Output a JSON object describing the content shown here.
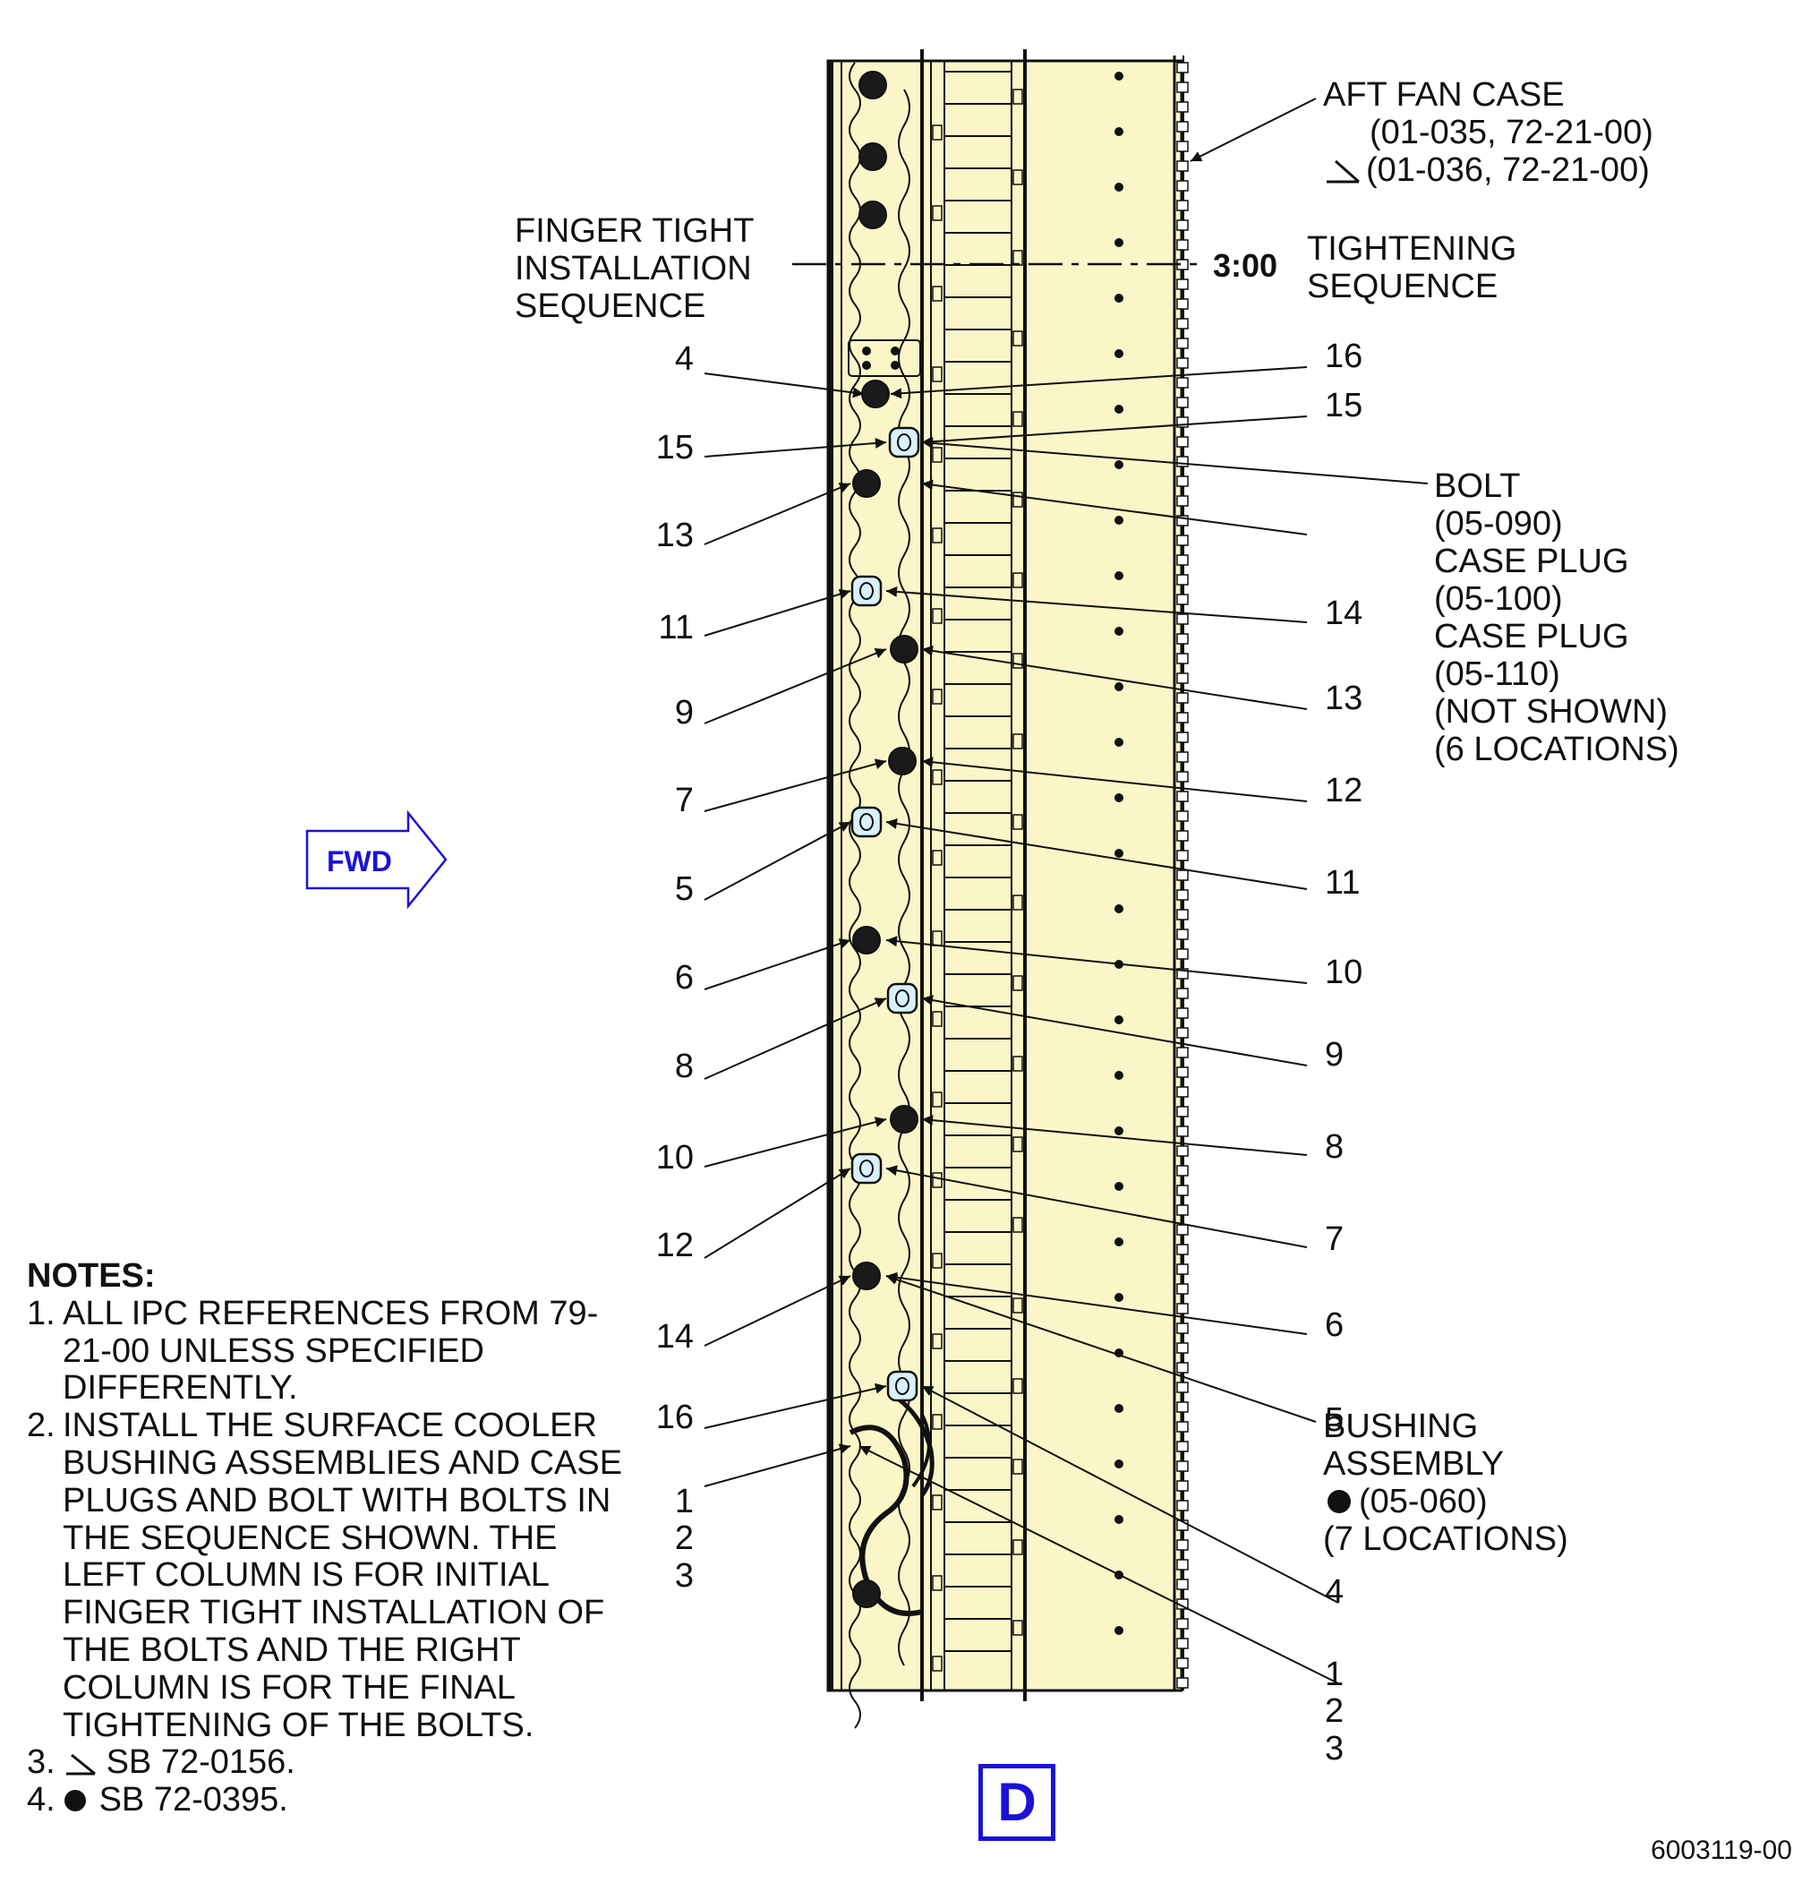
{
  "callouts": {
    "aft_fan_case": {
      "title": "AFT FAN CASE",
      "ref1": "(01-035, 72-21-00)",
      "ref2": "(01-036, 72-21-00)"
    },
    "finger_tight": [
      "FINGER TIGHT",
      "INSTALLATION",
      "SEQUENCE"
    ],
    "clock": "3:00",
    "tightening": [
      "TIGHTENING",
      "SEQUENCE"
    ],
    "bolt": [
      "BOLT",
      "(05-090)",
      "CASE PLUG",
      "(05-100)",
      "CASE PLUG",
      "(05-110)",
      "(NOT SHOWN)",
      "(6 LOCATIONS)"
    ],
    "bushing": [
      "BUSHING",
      "ASSEMBLY",
      "(05-060)",
      "(7 LOCATIONS)"
    ]
  },
  "fwd_label": "FWD",
  "view_letter": "D",
  "left_sequence": [
    "4",
    "15",
    "13",
    "11",
    "9",
    "7",
    "5",
    "6",
    "8",
    "10",
    "12",
    "14",
    "16",
    "1",
    "2",
    "3"
  ],
  "right_sequence": [
    "16",
    "15",
    "14",
    "13",
    "12",
    "11",
    "10",
    "9",
    "8",
    "7",
    "6",
    "5",
    "4",
    "1",
    "2",
    "3"
  ],
  "notes": {
    "title": "NOTES:",
    "items": [
      {
        "num": "1.",
        "text": "ALL IPC REFERENCES FROM 79-21-00 UNLESS SPECIFIED DIFFERENTLY."
      },
      {
        "num": "2.",
        "text": "INSTALL THE SURFACE COOLER BUSHING ASSEMBLIES AND CASE PLUGS AND BOLT WITH BOLTS IN THE SEQUENCE SHOWN. THE LEFT COLUMN IS FOR INITIAL FINGER TIGHT INSTALLATION OF THE BOLTS AND THE RIGHT COLUMN IS FOR THE FINAL TIGHTENING OF THE BOLTS."
      },
      {
        "num": "3.",
        "text": "SB 72-0156."
      },
      {
        "num": "4.",
        "text": "SB 72-0395."
      }
    ]
  },
  "figure_id": "6003119-00",
  "colors": {
    "part_fill": "#fbf6c8",
    "ink": "#111111",
    "accent_blue": "#1a12d8",
    "plug_fill": "#d9f0ff"
  }
}
